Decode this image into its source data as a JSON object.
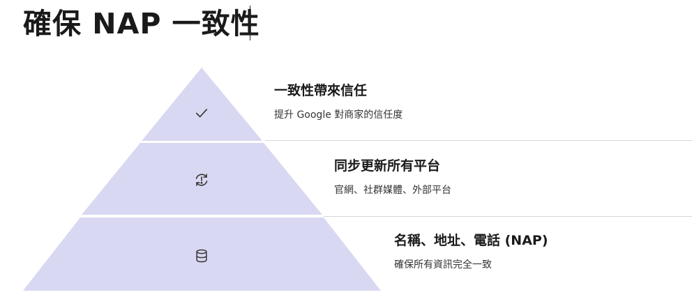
{
  "slide": {
    "title": "確保 NAP 一致性"
  },
  "pyramid": {
    "fill_color": "#d8d8f2",
    "tiers": [
      {
        "title": "一致性帶來信任",
        "description": "提升 Google 對商家的信任度",
        "icon": "check-icon"
      },
      {
        "title": "同步更新所有平台",
        "description": "官網、社群媒體、外部平台",
        "icon": "sync-alert-icon"
      },
      {
        "title": "名稱、地址、電話 (NAP)",
        "description": "確保所有資訊完全一致",
        "icon": "database-icon"
      }
    ]
  }
}
